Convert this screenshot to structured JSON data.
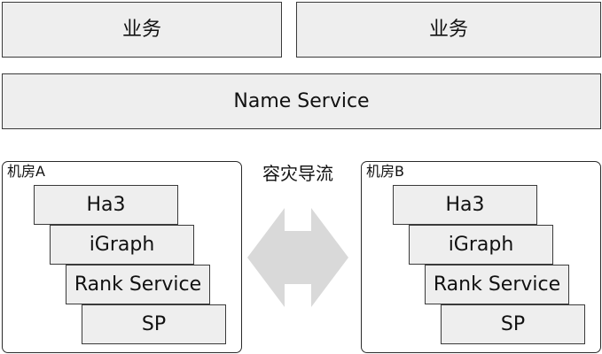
{
  "top": {
    "left_label": "业务",
    "right_label": "业务"
  },
  "name_service": {
    "label": "Name Service"
  },
  "middle": {
    "label": "容灾导流"
  },
  "room_a": {
    "label": "机房A",
    "layers": [
      "Ha3",
      "iGraph",
      "Rank Service",
      "SP"
    ]
  },
  "room_b": {
    "label": "机房B",
    "layers": [
      "Ha3",
      "iGraph",
      "Rank Service",
      "SP"
    ]
  },
  "colors": {
    "box_fill": "#eeeeee",
    "border": "#3a3a3a",
    "arrow_fill": "#d9d9d9"
  },
  "icons": {
    "middle_arrow": "double-headed-arrow-icon"
  }
}
